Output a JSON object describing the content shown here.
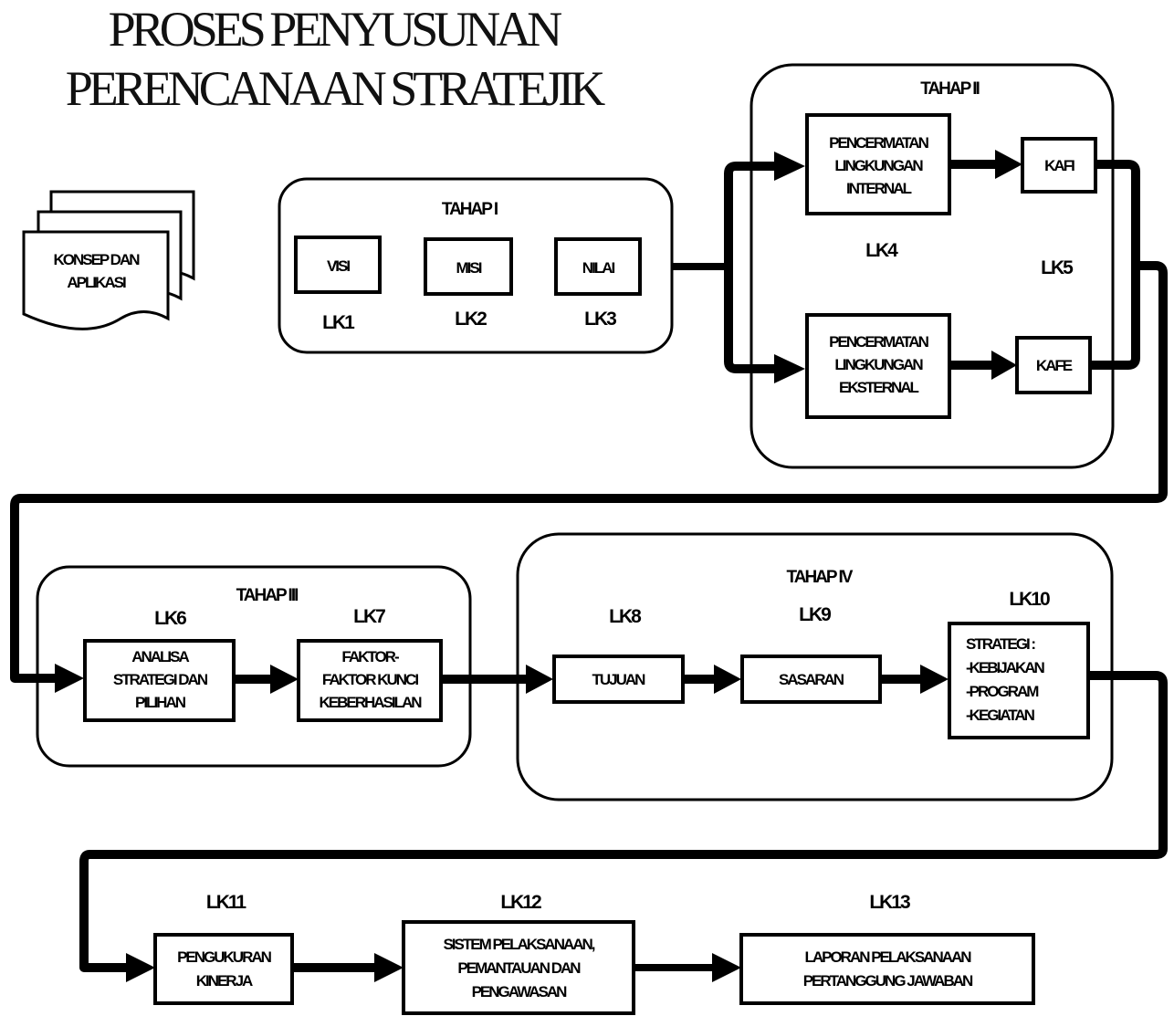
{
  "title": {
    "line1": "PROSES PENYUSUNAN",
    "line2": "PERENCANAAN STRATEJIK"
  },
  "document": {
    "line1": "KONSEP DAN",
    "line2": "APLIKASI"
  },
  "stages": {
    "s1": "TAHAP I",
    "s2": "TAHAP II",
    "s3": "TAHAP III",
    "s4": "TAHAP IV"
  },
  "boxes": {
    "visi": "VISI",
    "misi": "MISI",
    "nilai": "NILAI",
    "internal": [
      "PENCERMATAN",
      "LINGKUNGAN",
      "INTERNAL"
    ],
    "eksternal": [
      "PENCERMATAN",
      "LINGKUNGAN",
      "EKSTERNAL"
    ],
    "kafi": "KAFI",
    "kafe": "KAFE",
    "analisa": [
      "ANALISA",
      "STRATEGI DAN",
      "PILIHAN"
    ],
    "faktor": [
      "FAKTOR-",
      "FAKTOR KUNCI",
      "KEBERHASILAN"
    ],
    "tujuan": "TUJUAN",
    "sasaran": "SASARAN",
    "strategi": [
      "STRATEGI :",
      "-KEBIJAKAN",
      "-PROGRAM",
      "-KEGIATAN"
    ],
    "pengukuran": [
      "PENGUKURAN",
      "KINERJA"
    ],
    "sistem": [
      "SISTEM PELAKSANAAN,",
      "PEMANTAUAN DAN",
      "PENGAWASAN"
    ],
    "laporan": [
      "LAPORAN PELAKSANAAN",
      "PERTANGGUNG JAWABAN"
    ]
  },
  "lk": {
    "lk1": "LK1",
    "lk2": "LK2",
    "lk3": "LK3",
    "lk4": "LK4",
    "lk5": "LK5",
    "lk6": "LK6",
    "lk7": "LK7",
    "lk8": "LK8",
    "lk9": "LK9",
    "lk10": "LK10",
    "lk11": "LK11",
    "lk12": "LK12",
    "lk13": "LK13"
  }
}
